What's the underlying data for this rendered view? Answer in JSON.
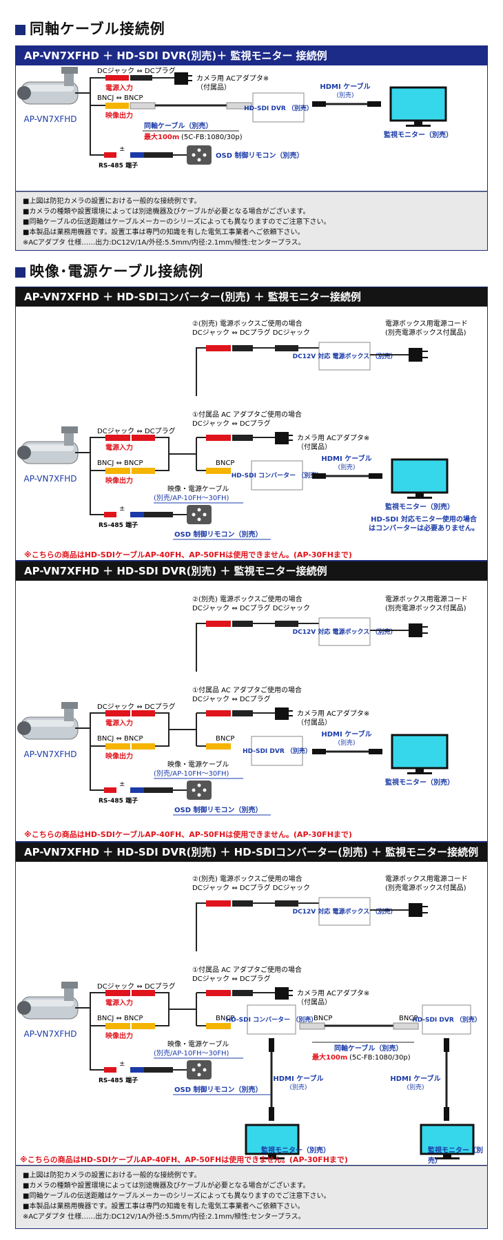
{
  "section1": {
    "title": "同軸ケーブル接続例"
  },
  "section2": {
    "title": "映像･電源ケーブル接続例"
  },
  "panels": [
    {
      "header": "AP-VN7XFHD ＋ HD-SDI DVR(別売)＋ 監視モニター 接続例",
      "camera_label": "AP-VN7XFHD",
      "dc_label": "DCジャック ⇔ DCプラグ",
      "power_in": "電源入力",
      "adapter_label": "カメラ用 ACアダプタ※",
      "adapter_sub": "（付属品）",
      "bncj_label": "BNCJ ⇔ BNCP",
      "video_out": "映像出力",
      "coax_label": "同軸ケーブル（別売）",
      "coax_max": "最大100m",
      "coax_spec": "(5C-FB:1080/30p)",
      "dvr_label": "HD-SDI DVR （別売）",
      "hdmi_label": "HDMI ケーブル",
      "hdmi_sub": "(別売)",
      "monitor_label": "監視モニター（別売）",
      "rs485": "RS-485 端子",
      "pm": "±",
      "osd_label": "OSD 制御リモコン（別売）"
    },
    {
      "header": "AP-VN7XFHD ＋ HD-SDIコンバーター(別売) ＋ 監視モニター接続例",
      "pbox_title": "②(別売) 電源ボックスご使用の場合",
      "pbox_dc": "DCジャック ⇔ DCプラグ DCジャック",
      "pbox_label": "DC12V 対応 電源ボックス （別売）",
      "pcord_label": "電源ボックス用電源コード",
      "pcord_sub": "(別売電源ボックス付属品)",
      "acad_title": "①付属品 AC アダプタご使用の場合",
      "acad_dc": "DCジャック ⇔ DCプラグ",
      "adapter_label": "カメラ用 ACアダプタ※",
      "adapter_sub": "（付属品）",
      "camera_label": "AP-VN7XFHD",
      "dc_label": "DCジャック ⇔ DCプラグ",
      "power_in": "電源入力",
      "bncj_label": "BNCJ ⇔ BNCP",
      "video_out": "映像出力",
      "bncp": "BNCP",
      "cable_label": "映像・電源ケーブル",
      "cable_sub": "(別売/AP-10FH〜30FH)",
      "conv_label": "HD-SDI コンバーター （別売）",
      "hdmi_label": "HDMI ケーブル",
      "hdmi_sub": "(別売)",
      "monitor_label": "監視モニター（別売）",
      "conv_note1": "HD-SDI 対応モニター使用の場合",
      "conv_note2": "はコンバーターは必要ありません。",
      "rs485": "RS-485 端子",
      "pm": "±",
      "osd_label": "OSD 制御リモコン（別売）",
      "warning": "※こちらの商品はHD-SDIケーブルAP-40FH、AP-50FHは使用できません。(AP-30FHまで)"
    },
    {
      "header": "AP-VN7XFHD ＋ HD-SDI DVR(別売) ＋ 監視モニター接続例",
      "pbox_title": "②(別売) 電源ボックスご使用の場合",
      "pbox_dc": "DCジャック ⇔ DCプラグ DCジャック",
      "pbox_label": "DC12V 対応 電源ボックス （別売）",
      "pcord_label": "電源ボックス用電源コード",
      "pcord_sub": "(別売電源ボックス付属品)",
      "acad_title": "①付属品 AC アダプタご使用の場合",
      "acad_dc": "DCジャック ⇔ DCプラグ",
      "adapter_label": "カメラ用 ACアダプタ※",
      "adapter_sub": "（付属品）",
      "camera_label": "AP-VN7XFHD",
      "dc_label": "DCジャック ⇔ DCプラグ",
      "power_in": "電源入力",
      "bncj_label": "BNCJ ⇔ BNCP",
      "video_out": "映像出力",
      "bncp": "BNCP",
      "cable_label": "映像・電源ケーブル",
      "cable_sub": "(別売/AP-10FH〜30FH)",
      "dvr_label": "HD-SDI DVR （別売）",
      "hdmi_label": "HDMI ケーブル",
      "hdmi_sub": "(別売)",
      "monitor_label": "監視モニター（別売）",
      "rs485": "RS-485 端子",
      "pm": "±",
      "osd_label": "OSD 制御リモコン（別売）",
      "warning": "※こちらの商品はHD-SDIケーブルAP-40FH、AP-50FHは使用できません。(AP-30FHまで)"
    },
    {
      "header": "AP-VN7XFHD ＋ HD-SDI DVR(別売) ＋ HD-SDIコンバーター(別売) ＋ 監視モニター接続例",
      "pbox_title": "②(別売) 電源ボックスご使用の場合",
      "pbox_dc": "DCジャック ⇔ DCプラグ DCジャック",
      "pbox_label": "DC12V 対応 電源ボックス （別売）",
      "pcord_label": "電源ボックス用電源コード",
      "pcord_sub": "(別売電源ボックス付属品)",
      "acad_title": "①付属品 AC アダプタご使用の場合",
      "acad_dc": "DCジャック ⇔ DCプラグ",
      "adapter_label": "カメラ用 ACアダプタ※",
      "adapter_sub": "（付属品）",
      "camera_label": "AP-VN7XFHD",
      "dc_label": "DCジャック ⇔ DCプラグ",
      "power_in": "電源入力",
      "bncj_label": "BNCJ ⇔ BNCP",
      "video_out": "映像出力",
      "bncp": "BNCP",
      "cable_label": "映像・電源ケーブル",
      "cable_sub": "(別売/AP-10FH〜30FH)",
      "conv_label": "HD-SDI コンバーター （別売）",
      "coax_label": "同軸ケーブル（別売）",
      "coax_max": "最大100m",
      "coax_spec": "(5C-FB:1080/30p)",
      "dvr_label": "HD-SDI DVR （別売）",
      "hdmi_label": "HDMI ケーブル",
      "hdmi_sub": "(別売)",
      "monitor_label": "監視モニター（別売）",
      "rs485": "RS-485 端子",
      "pm": "±",
      "osd_label": "OSD 制御リモコン（別売）",
      "warning": "※こちらの商品はHD-SDIケーブルAP-40FH、AP-50FHは使用できません。(AP-30FHまで)"
    }
  ],
  "notes": [
    "■上図は防犯カメラの設置における一般的な接続例です。",
    "■カメラの種類や設置環境によっては別途機器及びケーブルが必要となる場合がございます。",
    "■同軸ケーブルの伝送距離はケーブルメーカーのシリーズによっても異なりますのでご注意下さい。",
    "■本製品は業務用機器です。設置工事は専門の知識を有した電気工事業者へご依頼下さい。",
    "※ACアダプタ 仕様……出力:DC12V/1A/外径:5.5mm/内径:2.1mm/極性:センタープラス。"
  ],
  "colors": {
    "navy": "#1c2a88",
    "red": "#e0141c",
    "blue_text": "#1a3aa8",
    "yellow": "#f4b400",
    "monitor": "#36d7ea"
  }
}
